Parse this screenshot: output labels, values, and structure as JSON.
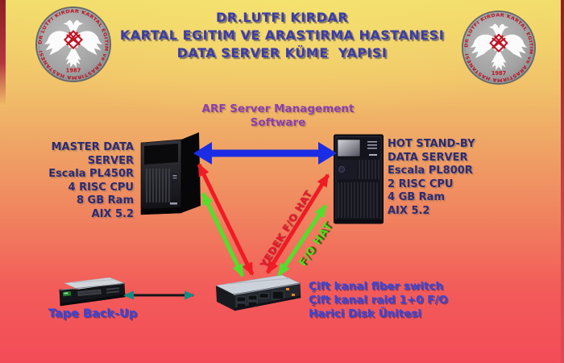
{
  "title": {
    "line1": "DR.LUTFI KIRDAR",
    "line2": "KARTAL EGITIM VE ARASTIRMA HASTANESI",
    "line3": "DATA SERVER KÜME  YAPISI"
  },
  "seal": {
    "ring_text": "DR LUTFI KIRDAR KARTAL EGITIM ve ARASTIRMA HASTANESI",
    "year": "1987"
  },
  "management_software": {
    "line1": "ARF Server Management",
    "line2": "Software"
  },
  "master_server": {
    "lines": [
      "MASTER DATA",
      "SERVER",
      "Escala PL450R",
      "4 RISC CPU",
      "8 GB Ram",
      "AIX 5.2"
    ]
  },
  "standby_server": {
    "lines": [
      "HOT STAND-BY",
      "DATA SERVER",
      "Escala PL800R",
      "2 RISC CPU",
      "4 GB Ram",
      "AIX 5.2"
    ]
  },
  "connections": {
    "backup_line_label": "YEDEK F/O HAT",
    "primary_line_label": "F/O HAT"
  },
  "storage": {
    "lines": [
      "Çift kanal fiber switch",
      "Çift kanal raid 1+0 F/O",
      "Harici Disk Ünitesi"
    ]
  },
  "tape": {
    "label": "Tape Back-Up"
  },
  "colors": {
    "heartbeat_arrow": "#1b2de4",
    "backup_fo_line": "#ee1c25",
    "primary_fo_line": "#55dd2e",
    "tape_arrowhead": "#168a84",
    "title_text": "#3c3caa",
    "spec_text": "#2b2b74",
    "management_text": "#8a3fae",
    "storage_text": "#3946d8",
    "background_top": "#f2dd6c",
    "background_bottom": "#f34c58"
  }
}
